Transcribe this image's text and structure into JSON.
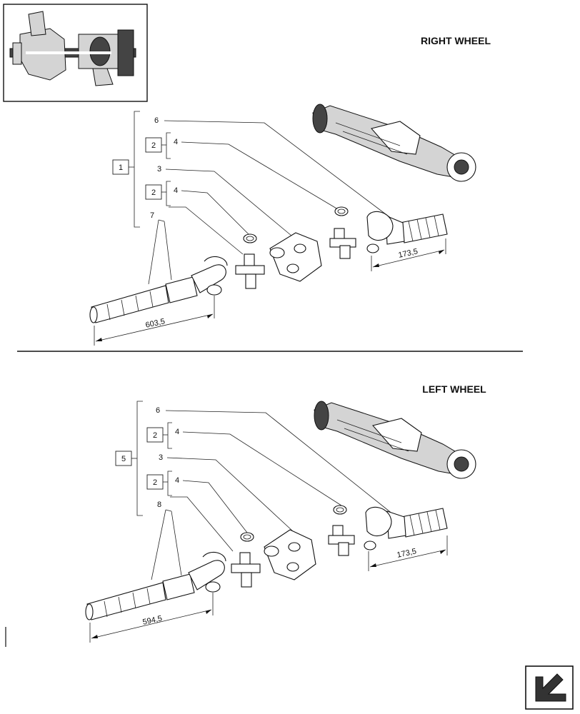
{
  "sections": [
    {
      "title": "RIGHT WHEEL",
      "assembly_ref": "1",
      "subassembly_refs": [
        "2",
        "2"
      ],
      "callouts": [
        "6",
        "4",
        "3",
        "4",
        "7"
      ],
      "dimensions": [
        "173,5",
        "603,5"
      ]
    },
    {
      "title": "LEFT WHEEL",
      "assembly_ref": "5",
      "subassembly_refs": [
        "2",
        "2"
      ],
      "callouts": [
        "6",
        "4",
        "3",
        "4",
        "8"
      ],
      "dimensions": [
        "173,5",
        "594,5"
      ]
    }
  ],
  "icons": {
    "overview": "axle-overview-icon",
    "next_page": "next-page-arrow-icon"
  }
}
